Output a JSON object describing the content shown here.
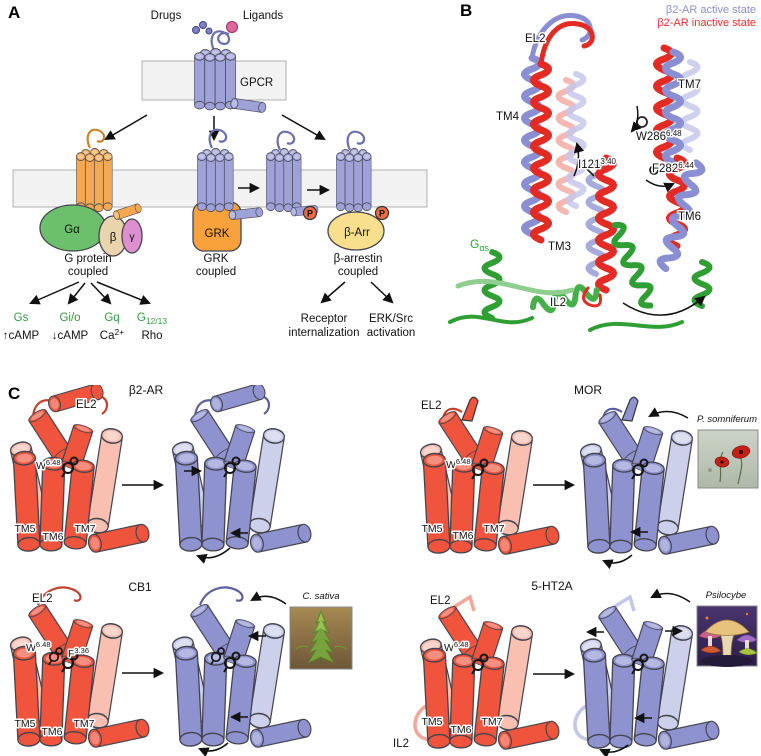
{
  "panelA": {
    "letter": "A",
    "drugs_label": "Drugs",
    "ligands_label": "Ligands",
    "gpcr_label": "GPCR",
    "galpha_label": "Gα",
    "gbeta_label": "β",
    "ggamma_label": "γ",
    "grk_box_label": "GRK",
    "barr_label": "β-Arr",
    "phosphate": "P",
    "branch_gprotein": {
      "line1": "G protein",
      "line2": "coupled"
    },
    "branch_grk": {
      "line1": "GRK",
      "line2": "coupled"
    },
    "branch_barrestin": {
      "line1": "β-arrestin",
      "line2": "coupled"
    },
    "outputs": {
      "gs": "Gs",
      "gs_effect": "↑cAMP",
      "gio": "Gi/o",
      "gio_effect": "↓cAMP",
      "gq": "Gq",
      "gq_effect_base": "Ca",
      "gq_effect_sup": "2+",
      "g1213_base": "G",
      "g1213_sub": "12/13",
      "g1213_effect": "Rho"
    },
    "arrestin_outputs": {
      "out1_line1": "Receptor",
      "out1_line2": "internalization",
      "out2_line1": "ERK/Src",
      "out2_line2": "activation"
    },
    "gprotein_name_color": "#2e9e3e"
  },
  "panelB": {
    "letter": "B",
    "legend_active": "β2-AR active state",
    "legend_active_color": "#8a8ed2",
    "legend_inactive": "β2-AR inactive state",
    "legend_inactive_color": "#e8302a",
    "labels": {
      "el2": "EL2",
      "tm4": "TM4",
      "tm7": "TM7",
      "tm6": "TM6",
      "tm3": "TM3",
      "il2": "IL2"
    },
    "residues": {
      "w286_base": "W286",
      "w286_sup": "6.48",
      "i121_base": "I121",
      "i121_sup": "3.40",
      "f282_base": "F282",
      "f282_sup": "6.44"
    },
    "gprotein_base": "G",
    "gprotein_sub": "αs",
    "gprotein_color": "#2e9e3e"
  },
  "panelC": {
    "letter": "C",
    "subpanels": [
      {
        "title": "β2-AR",
        "el2": "EL2",
        "w_base": "W",
        "w_sup": "6.48",
        "tm5": "TM5",
        "tm6": "TM6",
        "tm7": "TM7"
      },
      {
        "title": "MOR",
        "el2": "EL2",
        "w_base": "W",
        "w_sup": "6.48",
        "tm5": "TM5",
        "tm6": "TM6",
        "tm7": "TM7",
        "image_label": "P. somniferum"
      },
      {
        "title": "CB1",
        "el2": "EL2",
        "w_base": "W",
        "w_sup": "6.48",
        "f_base": "F",
        "f_sup": "3.36",
        "tm5": "TM5",
        "tm6": "TM6",
        "tm7": "TM7",
        "image_label": "C. sativa"
      },
      {
        "title": "5-HT2A",
        "el2": "EL2",
        "il2": "IL2",
        "w_base": "W",
        "w_sup": "6.48",
        "tm5": "TM5",
        "tm6": "TM6",
        "tm7": "TM7",
        "image_label": "Psilocybe"
      }
    ],
    "inactive_color": "#f1543c",
    "active_color": "#8e93cf"
  }
}
